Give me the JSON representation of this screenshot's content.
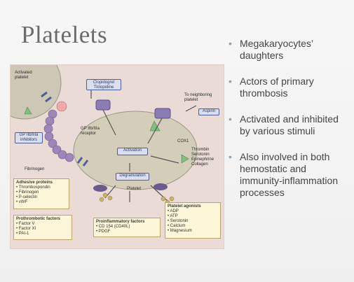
{
  "slide": {
    "title": "Platelets",
    "bullets": [
      "Megakaryocytes’ daughters",
      "Actors of primary thrombosis",
      "Activated and inhibited by various stimuli",
      "Also involved in both hemostatic and immunity-inflammation processes"
    ]
  },
  "figure": {
    "labels": {
      "activated_platelet": "Activated platelet",
      "clopidogrel": "Clopidogrel Ticlopidine",
      "to_neighboring": "To neighboring platelet",
      "aspirin": "Aspirin",
      "gp_inhibitors": "GP IIb/IIIa inhibitors",
      "gp_receptor": "GP IIb/IIIa receptor",
      "cox1": "COX1",
      "fibrinogen": "Fibrinogen",
      "activation": "Activation",
      "degranulation": "Degranulation",
      "platelet": "Platelet",
      "agonists_list": "Thrombin Serotonin Epinephrine Collagen"
    },
    "adhesive_proteins": {
      "title": "Adhesive proteins",
      "items": [
        "Thrombospondin",
        "Fibrinogen",
        "P-selectin",
        "vWF"
      ]
    },
    "prothrombotic": {
      "title": "Prothrombotic factors",
      "items": [
        "Factor V",
        "Factor XI",
        "PAI-1"
      ]
    },
    "proinflammatory": {
      "title": "Proinflammatory factors",
      "items": [
        "CD 154 (CD40L)",
        "PDGF"
      ]
    },
    "platelet_agonists": {
      "title": "Platelet agonists",
      "items": [
        "ADP",
        "ATP",
        "Serotonin",
        "Calcium",
        "Magnesium"
      ]
    }
  }
}
